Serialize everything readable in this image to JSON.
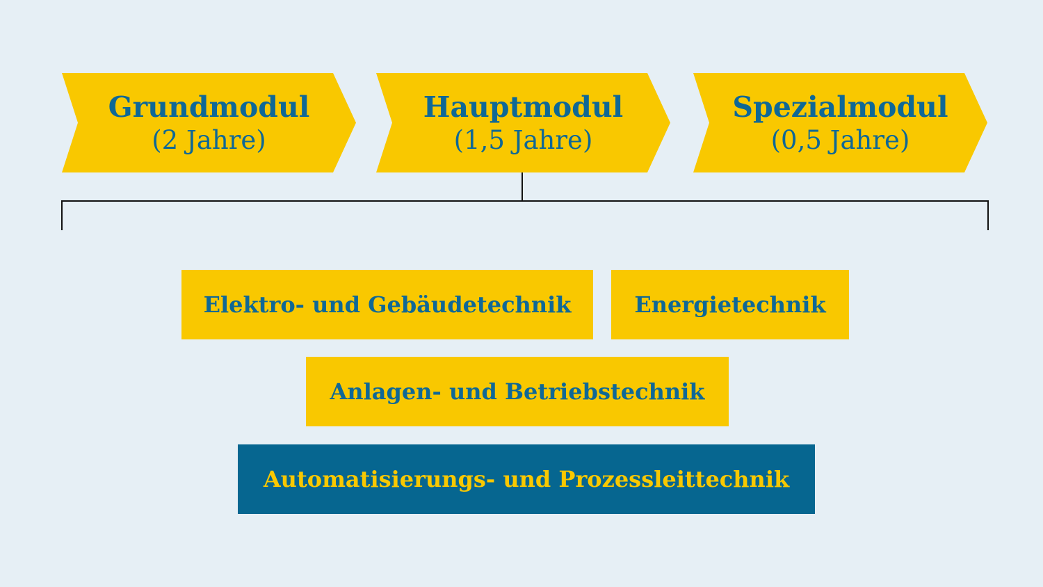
{
  "modules": [
    {
      "title": "Grundmodul",
      "duration": "(2 Jahre)"
    },
    {
      "title": "Hauptmodul",
      "duration": "(1,5 Jahre)"
    },
    {
      "title": "Spezialmodul",
      "duration": "(0,5 Jahre)"
    }
  ],
  "specializations": [
    {
      "label": "Elektro- und Gebäudetechnik"
    },
    {
      "label": "Energietechnik"
    },
    {
      "label": "Anlagen- und Betriebstechnik"
    },
    {
      "label": "Automatisierungs- und Prozessleittechnik"
    }
  ],
  "colors": {
    "background": "#e6eff5",
    "accent_yellow": "#f9c800",
    "accent_blue": "#066690",
    "text_blue": "#0f6896"
  }
}
